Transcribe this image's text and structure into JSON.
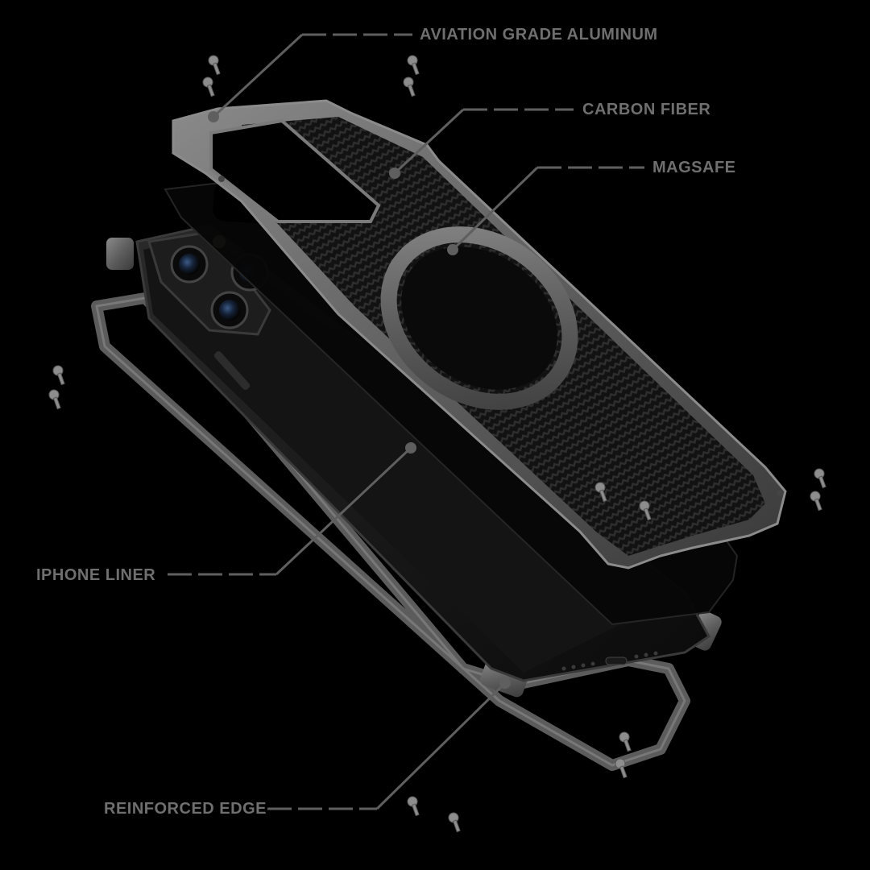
{
  "callouts": {
    "aluminum": "AVIATION GRADE ALUMINUM",
    "carbon": "CARBON FIBER",
    "magsafe": "MAGSAFE",
    "liner": "IPHONE LINER",
    "edge": "REINFORCED EDGE"
  },
  "colors": {
    "background": "#000000",
    "label": "#6f6f6f",
    "leader": "#5f5f5f",
    "metal": "#6b6b6b",
    "metal_dark": "#3e3e3e",
    "carbon": "#151515"
  }
}
